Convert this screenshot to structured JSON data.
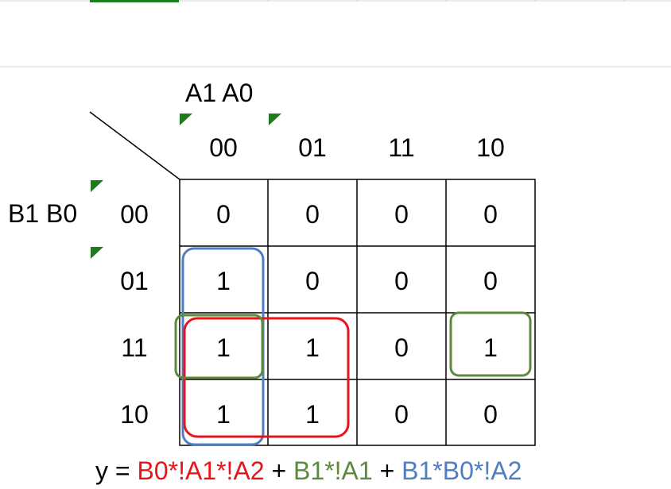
{
  "variables": {
    "column_vars": "A1 A0",
    "row_vars": "B1 B0"
  },
  "column_headers": [
    "00",
    "01",
    "11",
    "10"
  ],
  "row_headers": [
    "00",
    "01",
    "11",
    "10"
  ],
  "kmap": [
    [
      "0",
      "0",
      "0",
      "0"
    ],
    [
      "1",
      "0",
      "0",
      "0"
    ],
    [
      "1",
      "1",
      "0",
      "1"
    ],
    [
      "1",
      "1",
      "0",
      "0"
    ]
  ],
  "formula": {
    "prefix": "y = ",
    "term_red": "B0*!A1*!A2",
    "sep1": " + ",
    "term_green": "B1*!A1",
    "sep2": " + ",
    "term_blue": "B1*B0*!A2"
  },
  "colors": {
    "red": "#e8141c",
    "green": "#5b8a3c",
    "blue": "#4f7ec4",
    "grid": "#000000",
    "gridline_light": "#d4d4d4",
    "comment_marker": "#1e7b1e"
  }
}
